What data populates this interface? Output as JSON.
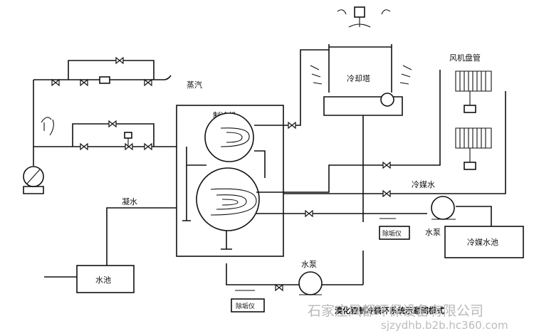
{
  "labels": {
    "steam": "蒸汽",
    "cooling_tower": "冷却塔",
    "chiller": "制冷机",
    "fan_coil": "风机盘管",
    "condensate": "凝水",
    "water_tank": "水池",
    "chilled_water": "冷媒水",
    "pump_right": "水泵",
    "pump_bottom": "水泵",
    "chilled_water_tank": "冷媒水池",
    "descaler_right": "除垢仪",
    "descaler_bottom": "除垢仪",
    "caption": "溴化锂制冷循环系统示意图模式"
  },
  "watermark": {
    "company": "石家庄风都环保设备有限公司",
    "url": "sjzydhb.b2b.hc360.com"
  }
}
